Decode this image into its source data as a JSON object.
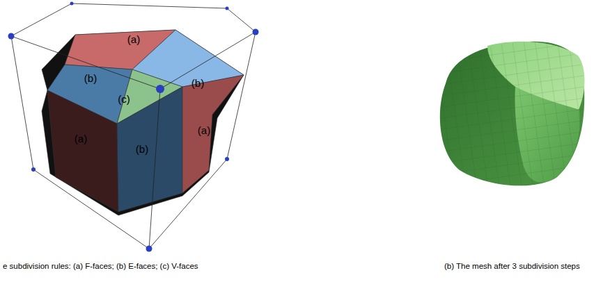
{
  "diagram": {
    "labels": [
      "(a)",
      "(b)",
      "(c)",
      "(b)",
      "(a)",
      "(b)",
      "(a)",
      "e subdivision rules: (a) F-faces; (b) E-faces; (c) V-faces",
      "(b) The mesh after 3 subdivision steps"
    ]
  }
}
